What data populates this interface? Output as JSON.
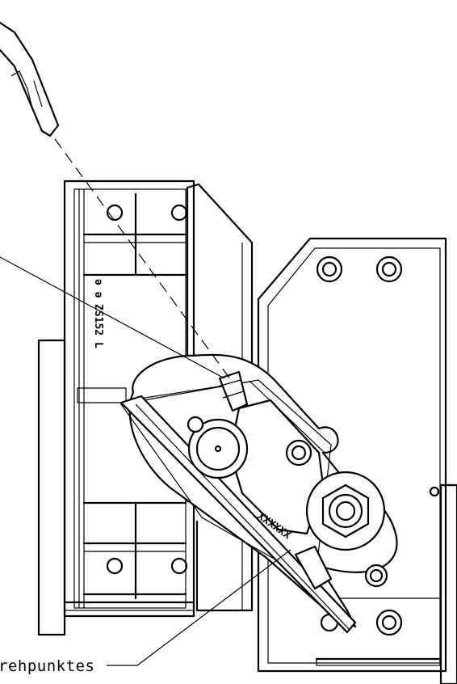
{
  "drawing": {
    "callout_label": "rehpunktes",
    "part_number": "ZS152 L",
    "part_prefix": "ǝ ǝ",
    "serial_mark": "XXXXXX"
  }
}
